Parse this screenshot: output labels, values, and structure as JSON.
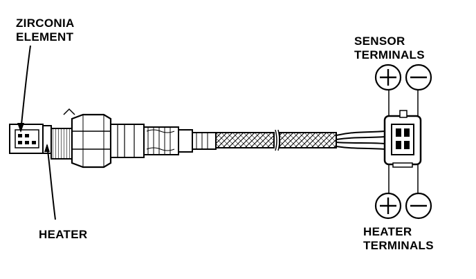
{
  "labels": {
    "zirconia_line1": "ZIRCONIA",
    "zirconia_line2": "ELEMENT",
    "heater": "HEATER",
    "sensor_line1": "SENSOR",
    "sensor_line2": "TERMINALS",
    "heater_term_line1": "HEATER",
    "heater_term_line2": "TERMINALS"
  },
  "symbols": {
    "plus": "+",
    "minus": "−"
  },
  "colors": {
    "ink": "#000000",
    "paper": "#ffffff"
  }
}
